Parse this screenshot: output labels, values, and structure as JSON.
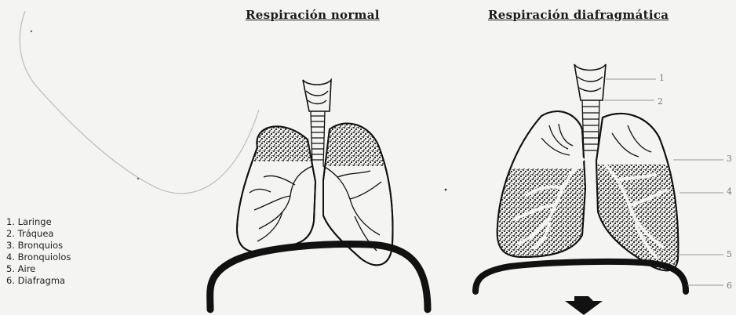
{
  "titles": {
    "normal": "Respiración normal",
    "diaphragmatic": "Respiración diafragmática"
  },
  "legend": [
    "1. Laringe",
    "2. Tráquea",
    "3. Bronquios",
    "4. Bronquiolos",
    "5. Aire",
    "6. Diafragma"
  ],
  "side_numbers": [
    "1",
    "2",
    "3",
    "4",
    "5",
    "6"
  ]
}
